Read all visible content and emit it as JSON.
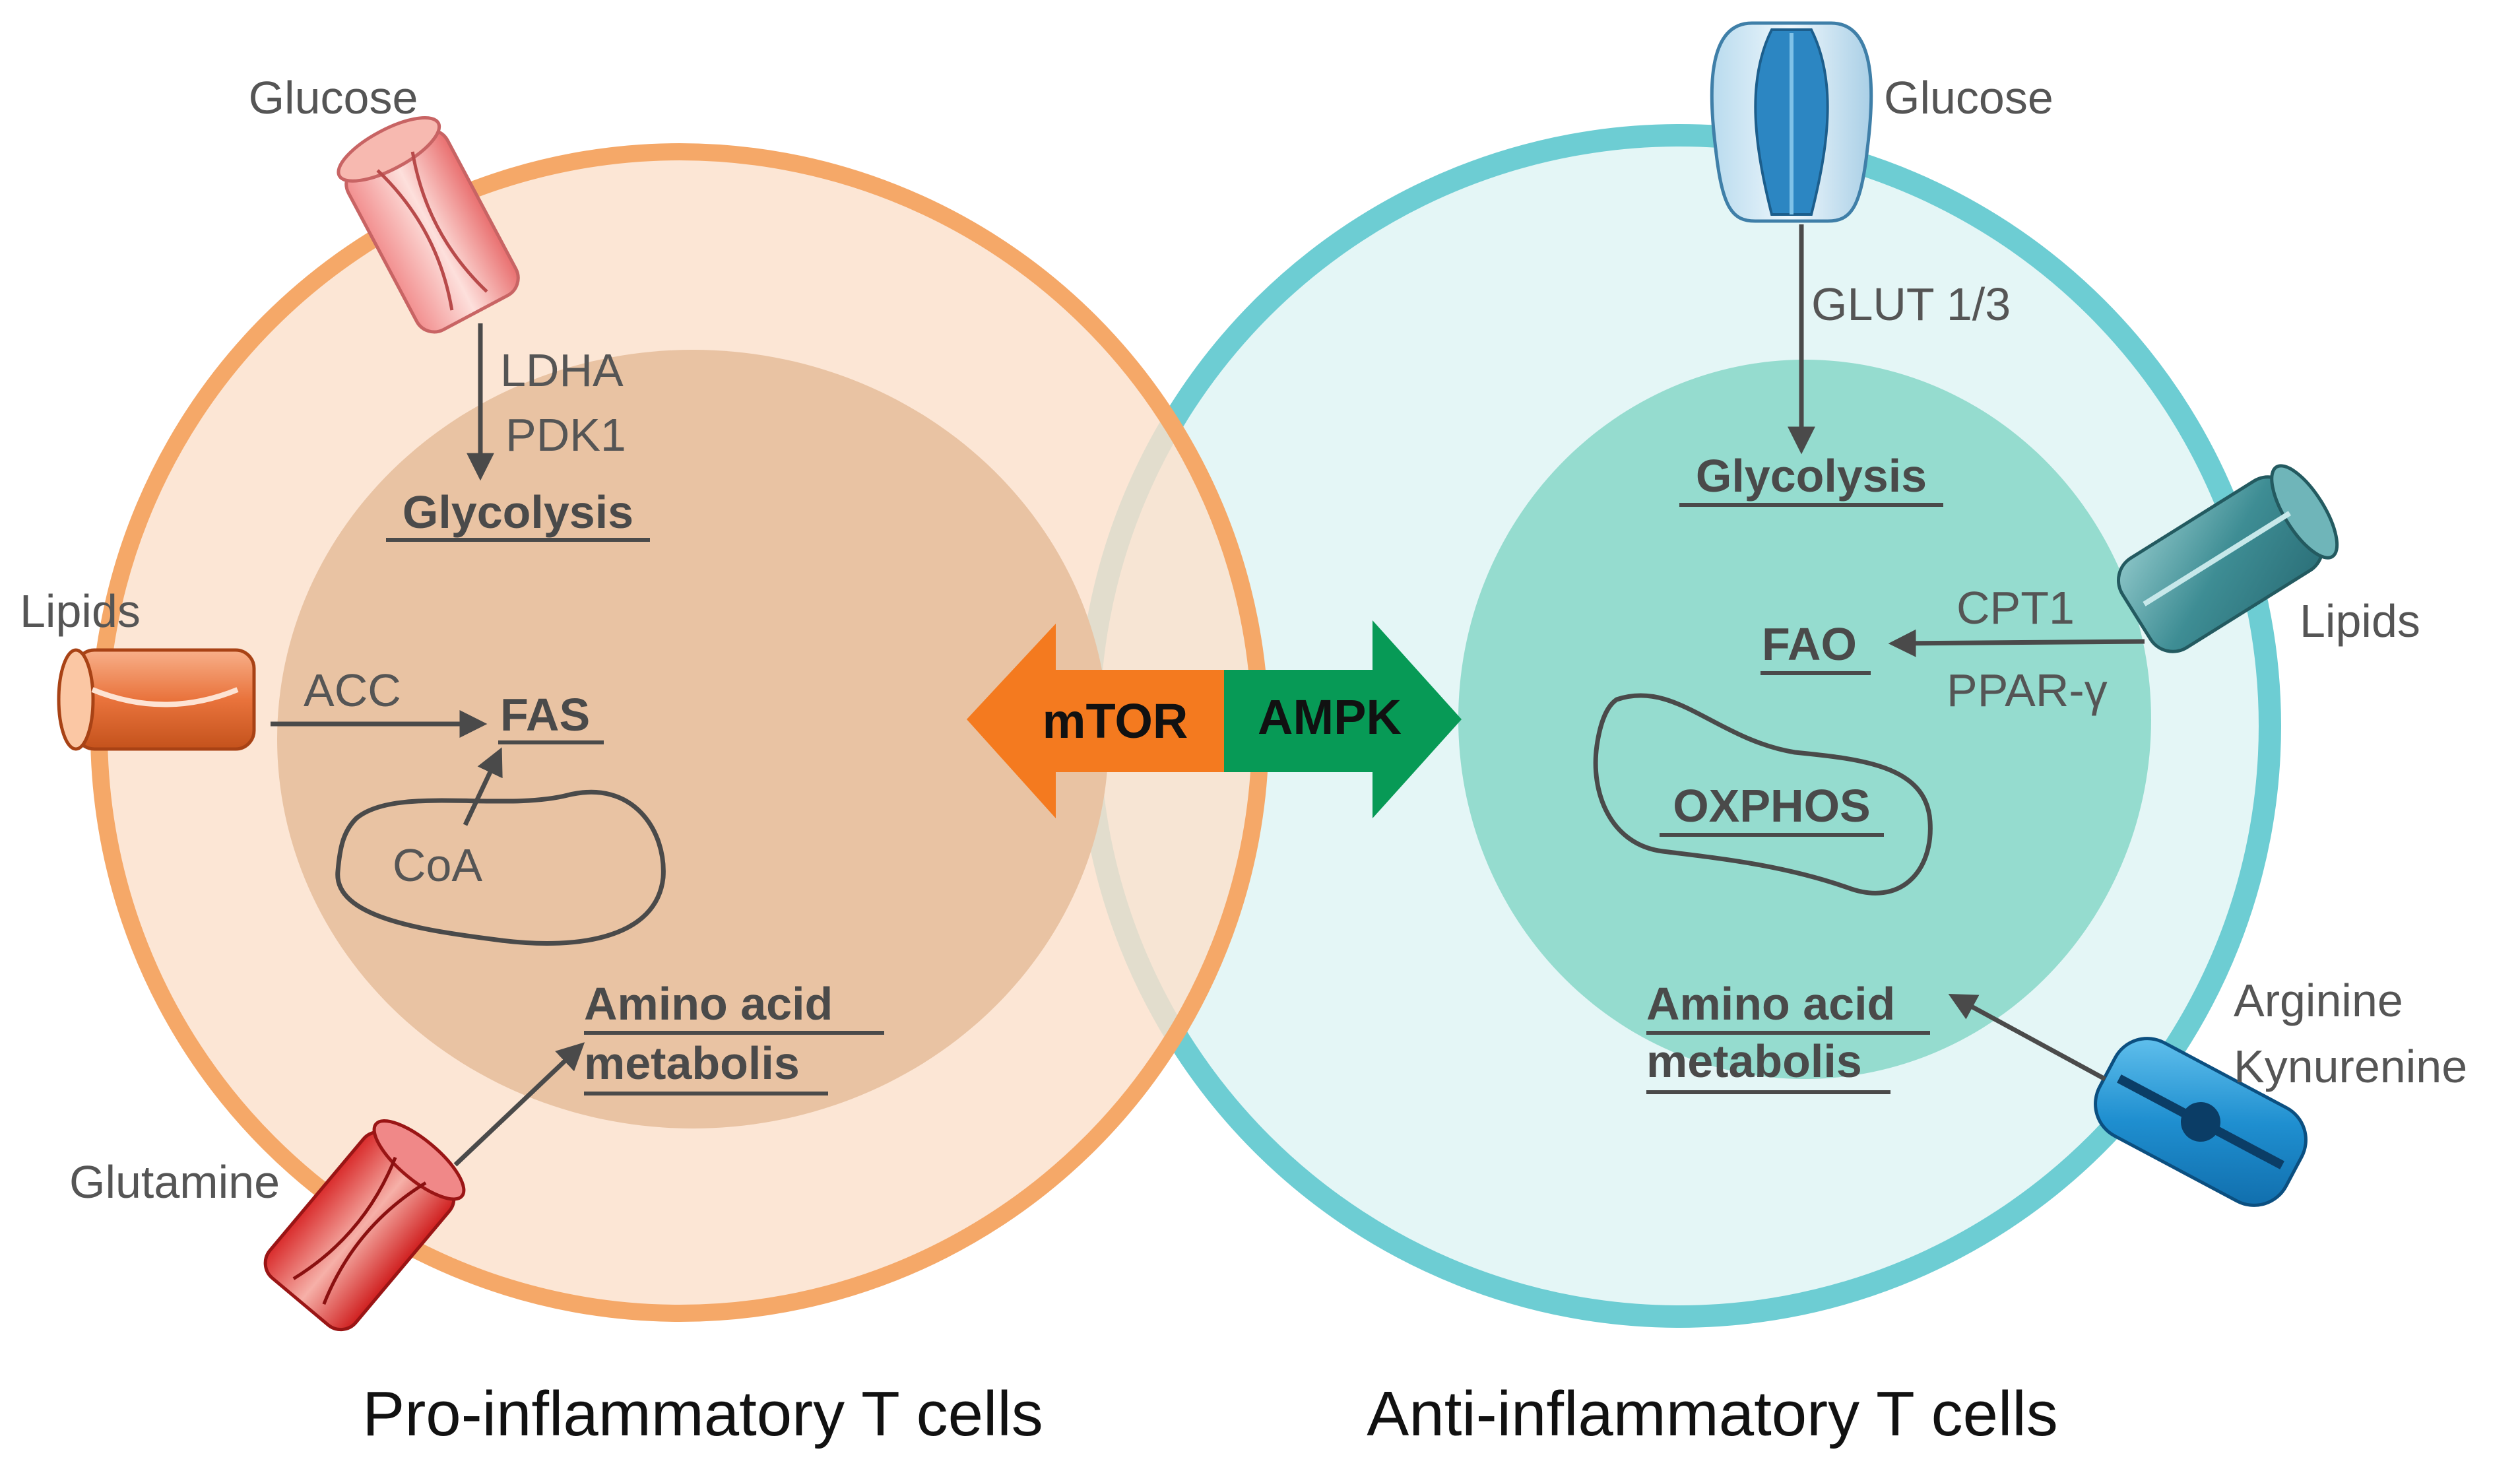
{
  "colors": {
    "pro_cell_fill": "#fbe1cc",
    "pro_cell_border": "#f5a868",
    "pro_nucleus": "#e9c3a3",
    "anti_cell_fill": "#e4f6f6",
    "anti_cell_border": "#6dcdd3",
    "anti_nucleus": "#95dccf",
    "mtor_arrow": "#f47a1f",
    "ampk_arrow": "#079a56",
    "text_gray": "#555555"
  },
  "pro_cell": {
    "caption": "Pro-inflammatory T cells",
    "glucose": "Glucose",
    "enzymes": [
      "LDHA",
      "PDK1"
    ],
    "glycolysis": "Glycolysis",
    "lipids": "Lipids",
    "acc": "ACC",
    "fas": "FAS",
    "coa": "CoA",
    "amino_acid": [
      "Amino acid",
      "metabolis"
    ],
    "glutamine": "Glutamine"
  },
  "anti_cell": {
    "caption": "Anti-inflammatory T cells",
    "glucose": "Glucose",
    "glut": "GLUT 1/3",
    "glycolysis": "Glycolysis",
    "lipids": "Lipids",
    "cpt1": "CPT1",
    "fao": "FAO",
    "ppar": "PPAR-γ",
    "oxphos": "OXPHOS",
    "amino_acid": [
      "Amino acid",
      "metabolis"
    ],
    "arginine": "Arginine",
    "kynurenine": "Kynurenine"
  },
  "center": {
    "mtor": "mTOR",
    "ampk": "AMPK"
  },
  "icons": {
    "pro_glucose": "glucose-transporter-icon",
    "pro_lipids": "lipid-transporter-icon",
    "pro_glutamine": "glutamine-transporter-icon",
    "anti_glucose": "glut-channel-icon",
    "anti_lipids": "lipid-channel-icon",
    "anti_amino": "amino-acid-channel-icon"
  }
}
